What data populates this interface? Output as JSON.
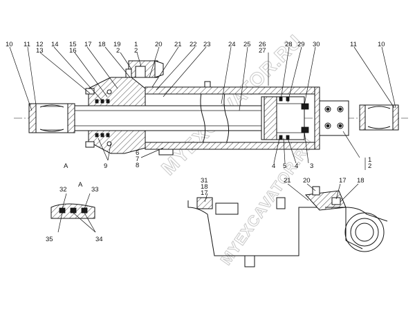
{
  "watermark": "MYEXCAVATOR.RU",
  "section_marks": {
    "left_detail": "A",
    "detail_view": "A"
  },
  "callouts": {
    "c10_left": "10",
    "c11_left": "11",
    "c12_13": "12\n13",
    "c14": "14",
    "c15_16": "15\n16",
    "c17": "17",
    "c18": "18",
    "c19_2": "19\n2",
    "c1_2_top": "1\n2",
    "c20": "20",
    "c21": "21",
    "c22": "22",
    "c23": "23",
    "c24": "24",
    "c25": "25",
    "c26_27": "26\n27",
    "c28": "28",
    "c29": "29",
    "c30": "30",
    "c11_right": "11",
    "c10_right": "10",
    "c9": "9",
    "c6_7_8": "6\n7\n8",
    "c4a": "4",
    "c5": "5",
    "c4b": "4",
    "c3": "3",
    "c1_2_right": "1\n2",
    "c32": "32",
    "c33": "33",
    "c35": "35",
    "c34": "34",
    "c31_18_17": "31\n18\n17",
    "c21_b": "21",
    "c20_b": "20",
    "c17_b": "17",
    "c18_b": "18"
  }
}
